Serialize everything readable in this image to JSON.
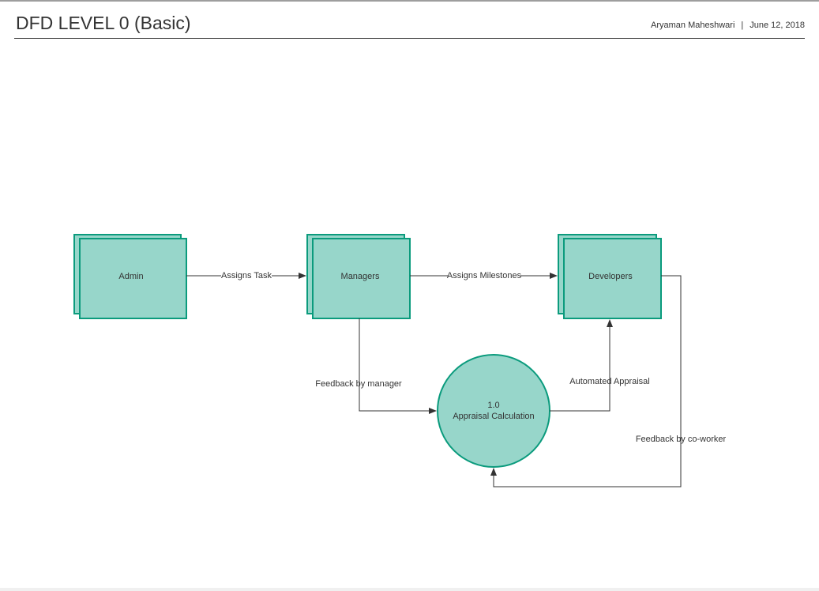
{
  "header": {
    "title": "DFD LEVEL 0 (Basic)",
    "author": "Aryaman Maheshwari",
    "separator": "|",
    "date": "June 12, 2018"
  },
  "entities": {
    "admin": "Admin",
    "managers": "Managers",
    "developers": "Developers"
  },
  "process": {
    "number": "1.0",
    "name": "Appraisal Calculation"
  },
  "flows": {
    "assigns_task": "Assigns Task",
    "assigns_milestones": "Assigns Milestones",
    "feedback_manager": "Feedback by manager",
    "automated_appraisal": "Automated Appraisal",
    "feedback_coworker": "Feedback by co-worker"
  },
  "colors": {
    "fill": "#97d6ca",
    "stroke": "#0b9b7d",
    "line": "#333333"
  }
}
